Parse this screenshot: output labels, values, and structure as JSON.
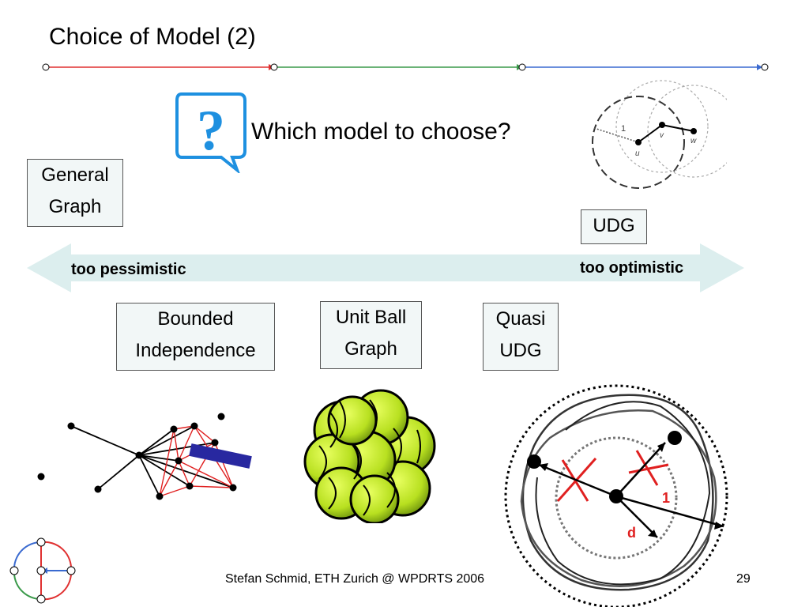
{
  "slide": {
    "title": "Choice of Model (2)",
    "question": "Which model to choose?",
    "question_icon": "question-mark-bubble-icon"
  },
  "models": {
    "general_graph": [
      "General",
      "Graph"
    ],
    "udg": "UDG",
    "bounded_independence": [
      "Bounded",
      "Independence"
    ],
    "unit_ball_graph": [
      "Unit Ball",
      "Graph"
    ],
    "quasi_udg": [
      "Quasi",
      "UDG"
    ]
  },
  "spectrum": {
    "left_label": "too pessimistic",
    "right_label": "too optimistic"
  },
  "udg_diagram": {
    "edge_label": "1",
    "nodes": [
      "u",
      "v",
      "w"
    ]
  },
  "quasi_diagram": {
    "label_outer": "1",
    "label_inner": "d"
  },
  "footer": {
    "text": "Stefan Schmid, ETH Zurich @ WPDRTS 2006",
    "page": "29"
  },
  "colors": {
    "arrow_fill": "#dceeee",
    "timeline_red": "#e03030",
    "timeline_green": "#3a9a4a",
    "timeline_blue": "#3a6ad0",
    "bubble_blue": "#1e90e0",
    "ball_green": "#b8e020",
    "accent_red": "#e02020",
    "bar_blue": "#2828a0"
  }
}
